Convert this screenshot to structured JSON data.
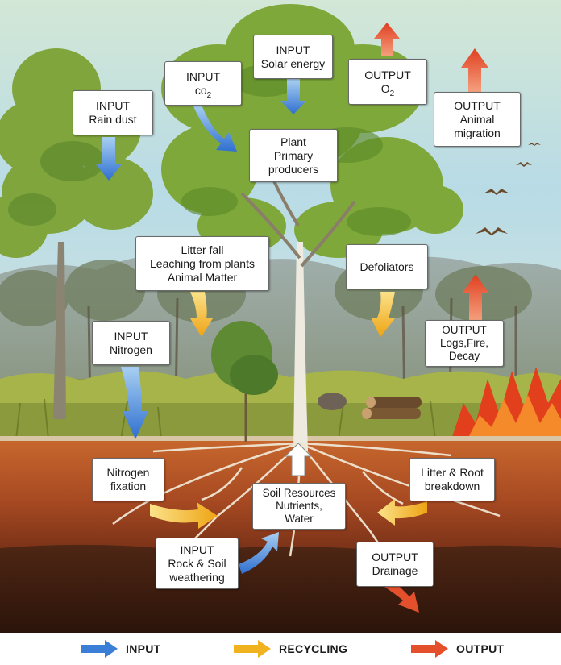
{
  "labels": {
    "input_solar": [
      "INPUT",
      "Solar energy"
    ],
    "input_co2": {
      "line1": "INPUT",
      "base": "co",
      "sub": "2"
    },
    "output_o2": {
      "line1": "OUTPUT",
      "base": "O",
      "sub": "2"
    },
    "output_migration": [
      "OUTPUT",
      "Animal",
      "migration"
    ],
    "input_rain": [
      "INPUT",
      "Rain dust"
    ],
    "plant": [
      "Plant",
      "Primary",
      "producers"
    ],
    "litter_fall": [
      "Litter fall",
      "Leaching from plants",
      "Animal Matter"
    ],
    "defoliators": [
      "Defoliators"
    ],
    "input_nitrogen": [
      "INPUT",
      "Nitrogen"
    ],
    "output_logs": [
      "OUTPUT",
      "Logs,Fire,",
      "Decay"
    ],
    "nitrogen_fixation": [
      "Nitrogen",
      "fixation"
    ],
    "litter_root": [
      "Litter & Root",
      "breakdown"
    ],
    "soil_resources": [
      "Soil Resources",
      "Nutrients,",
      "Water"
    ],
    "input_rock": [
      "INPUT",
      "Rock & Soil",
      "weathering"
    ],
    "output_drainage": [
      "OUTPUT",
      "Drainage"
    ]
  },
  "legend": {
    "input": "INPUT",
    "recycling": "RECYCLING",
    "output": "OUTPUT"
  },
  "colors": {
    "input": "#3a7ed8",
    "recycling": "#f0b21e",
    "output": "#e4502c",
    "sky": "#b7dde8",
    "topsoil": "#b85a2a",
    "subsoil": "#4a2414",
    "foliage": "#7ea83c"
  }
}
